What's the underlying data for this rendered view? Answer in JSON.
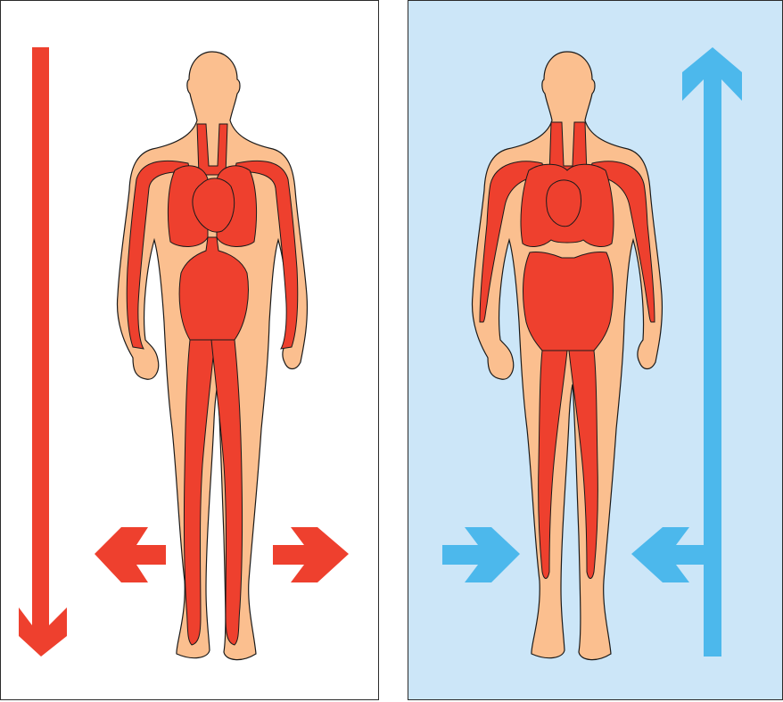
{
  "colors": {
    "skin": "#fbbf8f",
    "blood": "#ee402e",
    "outline": "#1a1a1a",
    "arrow_left_panel": "#ee402e",
    "arrow_right_panel": "#4cb8ec",
    "background_left": "#ffffff",
    "background_right": "#cce6f8"
  },
  "panels": [
    {
      "id": "left",
      "blood_distribution": "lower-body",
      "arrows": [
        "down",
        "left",
        "right"
      ]
    },
    {
      "id": "right",
      "blood_distribution": "upper-body",
      "arrows": [
        "up",
        "right",
        "left"
      ]
    }
  ]
}
